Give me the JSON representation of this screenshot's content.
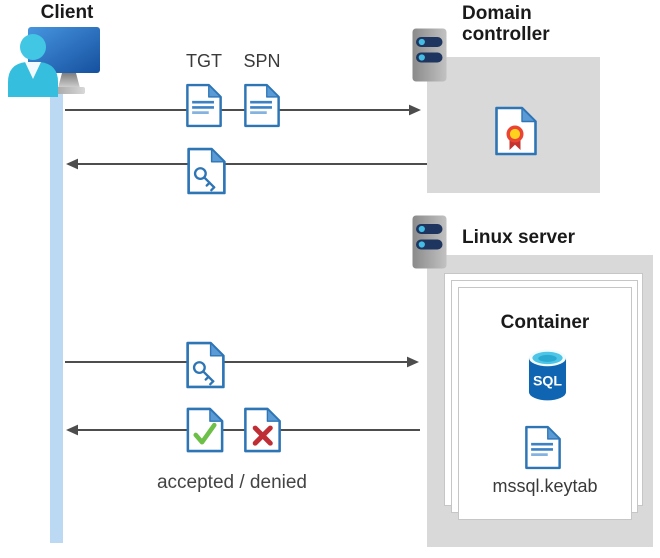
{
  "client": {
    "label": "Client"
  },
  "flows": {
    "tgt_label": "TGT",
    "spn_label": "SPN",
    "accepted_denied_label": "accepted / denied"
  },
  "domain_controller": {
    "label": "Domain controller"
  },
  "linux_server": {
    "label": "Linux server",
    "container": {
      "label": "Container",
      "sql_badge": "SQL",
      "keytab_label": "mssql.keytab"
    }
  },
  "icons": {
    "client-workstation-icon": "monitor with user silhouette",
    "server-icon": "gray server tower with two navy slots",
    "ticket-document-icon": "blue-bordered document with text lines",
    "key-document-icon": "blue-bordered document with key glyph",
    "certificate-document-icon": "document with red/yellow rosette seal",
    "accepted-document-icon": "document with green check",
    "denied-document-icon": "document with red cross",
    "sql-database-icon": "blue cylinder labeled SQL",
    "keytab-document-icon": "blue-bordered document with text lines"
  },
  "colors": {
    "doc_border": "#2e75b6",
    "doc_fold": "#5b9bd5",
    "lifeline_blue": "#bcd9f3",
    "box_gray": "#d9d9d9",
    "arrow_gray": "#4d4d4d",
    "check_green": "#6cbf47",
    "cross_red": "#bf2e34",
    "sql_body_blue": "#1065b2",
    "sql_top_cyan": "#4cc5e6",
    "rosette_yellow": "#ffd21e",
    "rosette_ring_red": "#ea4434",
    "ribbon_red": "#c6332f",
    "monitor_blue": "#2e75c8",
    "person_cyan": "#3cc3e2",
    "server_slot_navy": "#1e355f",
    "server_dot_blue": "#45bce4"
  }
}
